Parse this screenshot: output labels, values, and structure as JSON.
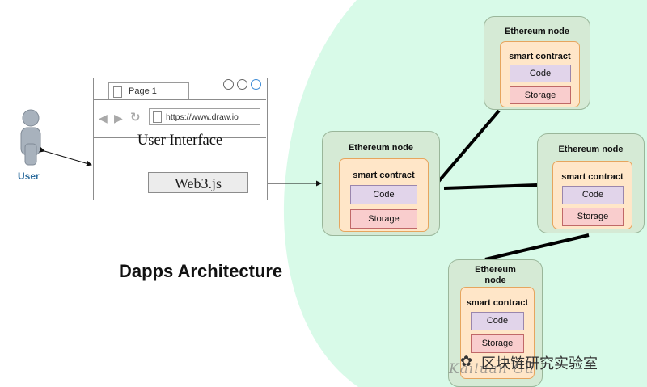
{
  "title": "Dapps Architecture",
  "user": {
    "label": "User"
  },
  "browser": {
    "tab_label": "Page 1",
    "url": "https://www.draw.io",
    "interface_label": "User Interface",
    "web3_label": "Web3.js"
  },
  "nodes": [
    {
      "title": "Ethereum node",
      "contract": "smart contract",
      "code": "Code",
      "storage": "Storage"
    },
    {
      "title": "Ethereum node",
      "contract": "smart contract",
      "code": "Code",
      "storage": "Storage"
    },
    {
      "title": "Ethereum node",
      "contract": "smart contract",
      "code": "Code",
      "storage": "Storage"
    },
    {
      "title": "Ethereum\nnode",
      "contract": "smart contract",
      "code": "Code",
      "storage": "Storage"
    }
  ],
  "watermark": {
    "text": "区块链研究实验室",
    "script": "Kailuan Gu"
  },
  "colors": {
    "background_region": "#d8fae8",
    "node_fill": "#d5ead5",
    "contract_fill": "#ffe6c8",
    "code_fill": "#e1d4ea",
    "storage_fill": "#f9cdcd",
    "user_label": "#2e6d9e"
  }
}
